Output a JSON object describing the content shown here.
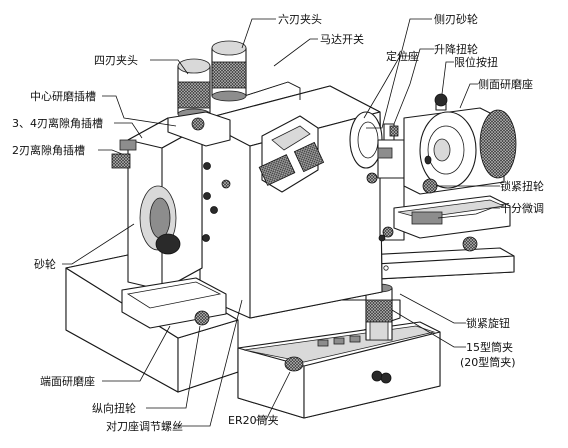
{
  "labels": {
    "six_flute_chuck": "六刃夹头",
    "motor_switch": "马达开关",
    "four_flute_chuck": "四刃夹头",
    "center_grinding_slot": "中心研磨插槽",
    "flute_3_4_clearance_slot": "3、4刃离隙角插槽",
    "flute_2_clearance_slot": "2刃离隙角插槽",
    "grinding_wheel": "砂轮",
    "end_face_grinding_seat": "端面研磨座",
    "longitudinal_knob": "纵向扭轮",
    "tool_seat_adjust_screw": "对刀座调节螺丝",
    "er20_collet": "ER20筒夹",
    "side_edge_wheel": "侧刃砂轮",
    "positioning_seat": "定位座",
    "lift_knob": "升降扭轮",
    "limit_button": "限位按扭",
    "side_grinding_seat": "侧面研磨座",
    "lock_wheel": "锁紧扭轮",
    "micrometer": "千分微调",
    "lock_knob": "锁紧旋钮",
    "collet_15": "15型筒夹",
    "collet_20": "(20型筒夹)"
  },
  "colors": {
    "line": "#111111",
    "body": "#ffffff",
    "shade": "#8d8d8d",
    "dark": "#2a2a2a"
  }
}
